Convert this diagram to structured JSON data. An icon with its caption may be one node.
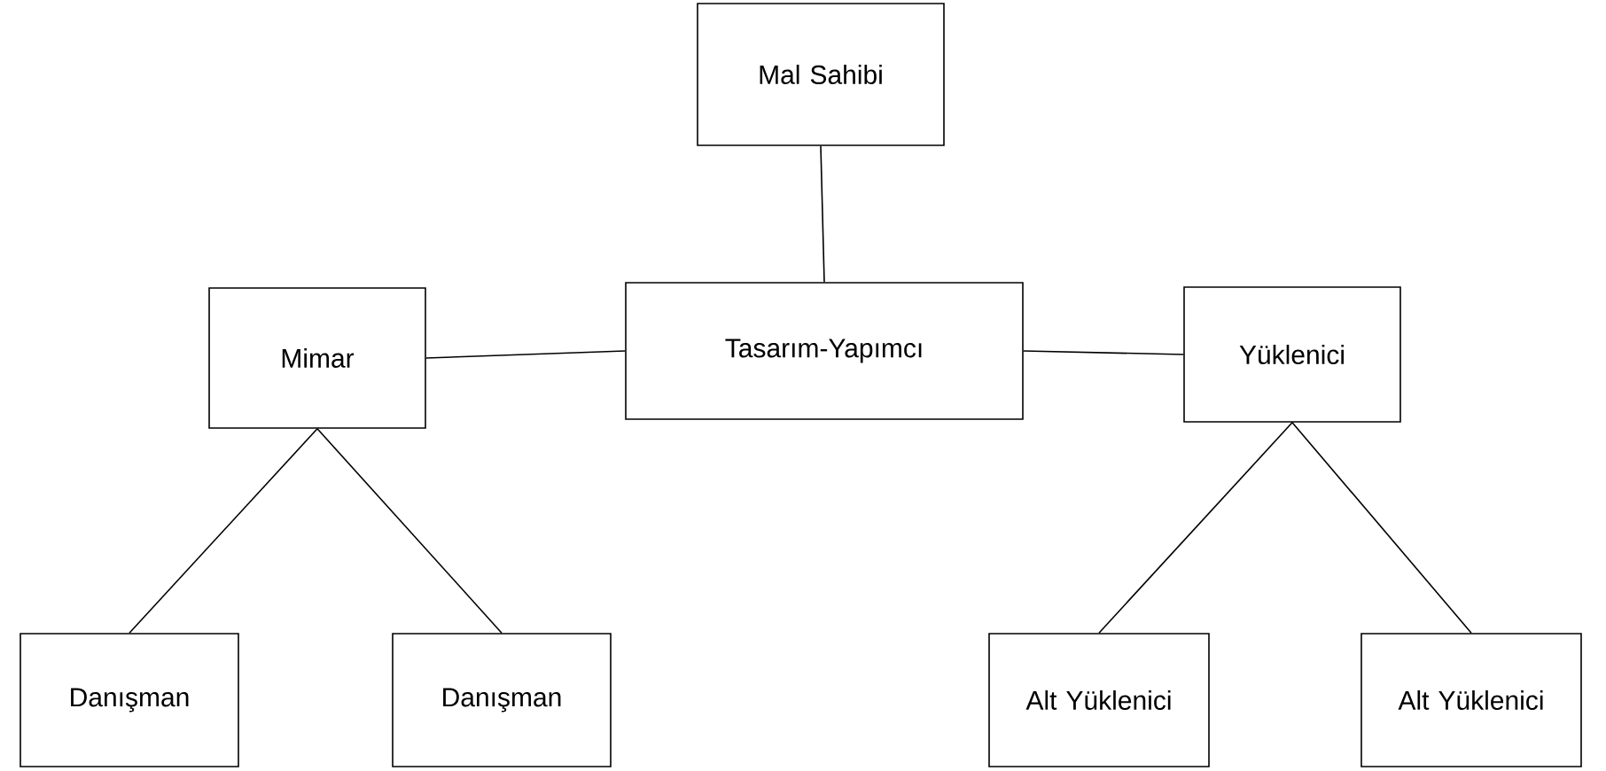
{
  "diagram": {
    "nodes": [
      {
        "text": [
          "Mal Sahibi"
        ]
      },
      {
        "text": [
          "Mimar"
        ]
      },
      {
        "text": [
          "Tasarım-Yapımcı"
        ]
      },
      {
        "text": [
          "Yüklenici"
        ]
      },
      {
        "text": [
          "Danışman"
        ]
      },
      {
        "text": [
          "Danışman"
        ]
      },
      {
        "text": [
          "Alt Yüklenici"
        ]
      },
      {
        "text": [
          "Alt Yüklenici"
        ]
      }
    ],
    "edges": [
      {
        "from": 0,
        "to": 2,
        "arrow": "none"
      },
      {
        "from": 1,
        "to": 2,
        "arrow": "none"
      },
      {
        "from": 2,
        "to": 3,
        "arrow": "none"
      },
      {
        "from": 1,
        "to": 4,
        "arrow": "none"
      },
      {
        "from": 1,
        "to": 5,
        "arrow": "none"
      },
      {
        "from": 3,
        "to": 6,
        "arrow": "none"
      },
      {
        "from": 3,
        "to": 7,
        "arrow": "none"
      }
    ]
  }
}
